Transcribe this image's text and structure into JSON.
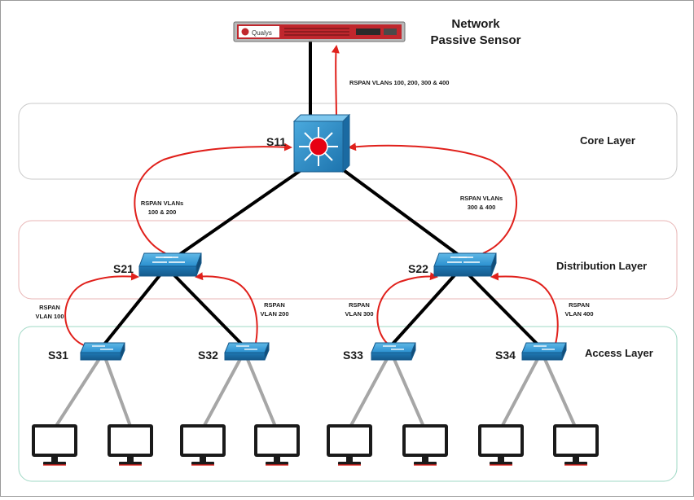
{
  "sensor": {
    "title_line1": "Network",
    "title_line2": "Passive Sensor",
    "brand": "Qualys",
    "uplink_label": "RSPAN VLANs 100, 200, 300 & 400"
  },
  "layers": {
    "core": "Core Layer",
    "distribution": "Distribution Layer",
    "access": "Access Layer"
  },
  "switches": {
    "s11": "S11",
    "s21": "S21",
    "s22": "S22",
    "s31": "S31",
    "s32": "S32",
    "s33": "S33",
    "s34": "S34"
  },
  "rspan": {
    "s21_line1": "RSPAN VLANs",
    "s21_line2": "100 & 200",
    "s22_line1": "RSPAN VLANs",
    "s22_line2": "300 & 400",
    "s31_line1": "RSPAN",
    "s31_line2": "VLAN 100",
    "s32_line1": "RSPAN",
    "s32_line2": "VLAN 200",
    "s33_line1": "RSPAN",
    "s33_line2": "VLAN 300",
    "s34_line1": "RSPAN",
    "s34_line2": "VLAN 400"
  },
  "colors": {
    "trunk_link": "#000000",
    "access_link": "#a6a6a6",
    "rspan_arrow": "#e0201b",
    "switch_blue": "#2a8fcf",
    "sensor_red": "#c0272d",
    "core_band": "#c8c8c8",
    "distribution_band": "#e8b4b4",
    "access_band": "#9fd8c4"
  },
  "icons": {
    "sensor": "network-sensor-appliance-icon",
    "core_switch": "multilayer-switch-icon",
    "switch": "workgroup-switch-icon",
    "host": "monitor-icon"
  }
}
